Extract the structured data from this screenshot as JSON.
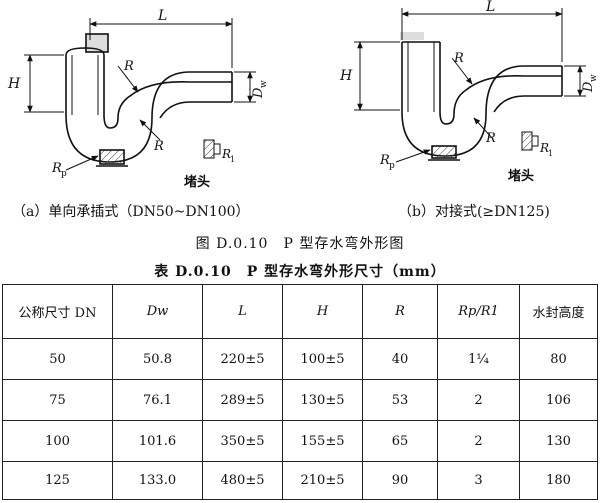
{
  "figure": {
    "labels": {
      "L": "L",
      "H": "H",
      "R": "R",
      "Dw": "D",
      "Dw_sub": "w",
      "Rp": "R",
      "Rp_sub": "p",
      "R1": "R",
      "R1_sub": "1",
      "plug": "堵头"
    },
    "caption_a": "（a）单向承插式（DN50~DN100）",
    "caption_b": "（b）对接式(≥DN125)",
    "title": "图 D.0.10　P 型存水弯外形图"
  },
  "table": {
    "title": "表 D.0.10　P 型存水弯外形尺寸（mm）",
    "headers": [
      "公称尺寸 DN",
      "Dw",
      "L",
      "H",
      "R",
      "Rp/R1",
      "水封高度"
    ],
    "rows": [
      [
        "50",
        "50.8",
        "220±5",
        "100±5",
        "40",
        "1¼",
        "80"
      ],
      [
        "75",
        "76.1",
        "289±5",
        "130±5",
        "53",
        "2",
        "106"
      ],
      [
        "100",
        "101.6",
        "350±5",
        "155±5",
        "65",
        "2",
        "130"
      ],
      [
        "125",
        "133.0",
        "480±5",
        "210±5",
        "90",
        "3",
        "180"
      ]
    ]
  }
}
